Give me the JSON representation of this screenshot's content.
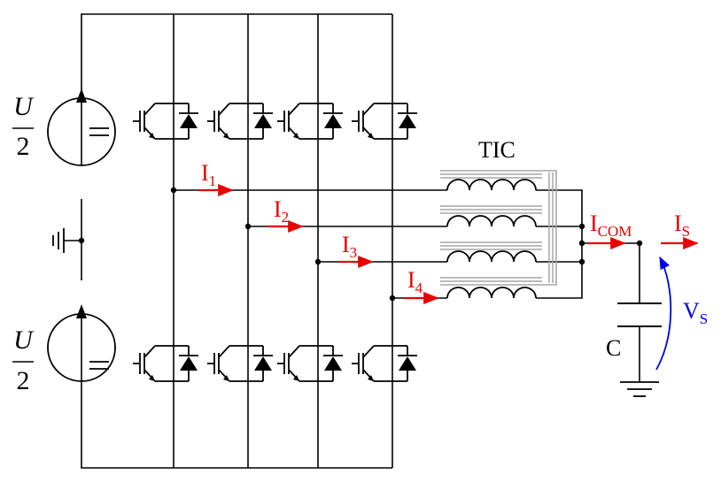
{
  "diagram": {
    "colors": {
      "wire": "#000000",
      "current": "#e60000",
      "voltage": "#0000e6",
      "core": "#a6a6a6"
    },
    "sources": [
      {
        "numerator": "U",
        "denominator": "2",
        "symbol": "="
      },
      {
        "numerator": "U",
        "denominator": "2",
        "symbol": "="
      }
    ],
    "currents": [
      {
        "main": "I",
        "sub": "1"
      },
      {
        "main": "I",
        "sub": "2"
      },
      {
        "main": "I",
        "sub": "3"
      },
      {
        "main": "I",
        "sub": "4"
      }
    ],
    "tic_label": "TIC",
    "icom": {
      "main": "I",
      "sub": "COM"
    },
    "is": {
      "main": "I",
      "sub": "S"
    },
    "vs": {
      "main": "V",
      "sub": "S"
    },
    "capacitor_label": "C",
    "icons": [
      "dc-voltage-source-icon",
      "igbt-icon",
      "diode-icon",
      "inductor-icon",
      "capacitor-icon",
      "ground-icon"
    ]
  }
}
